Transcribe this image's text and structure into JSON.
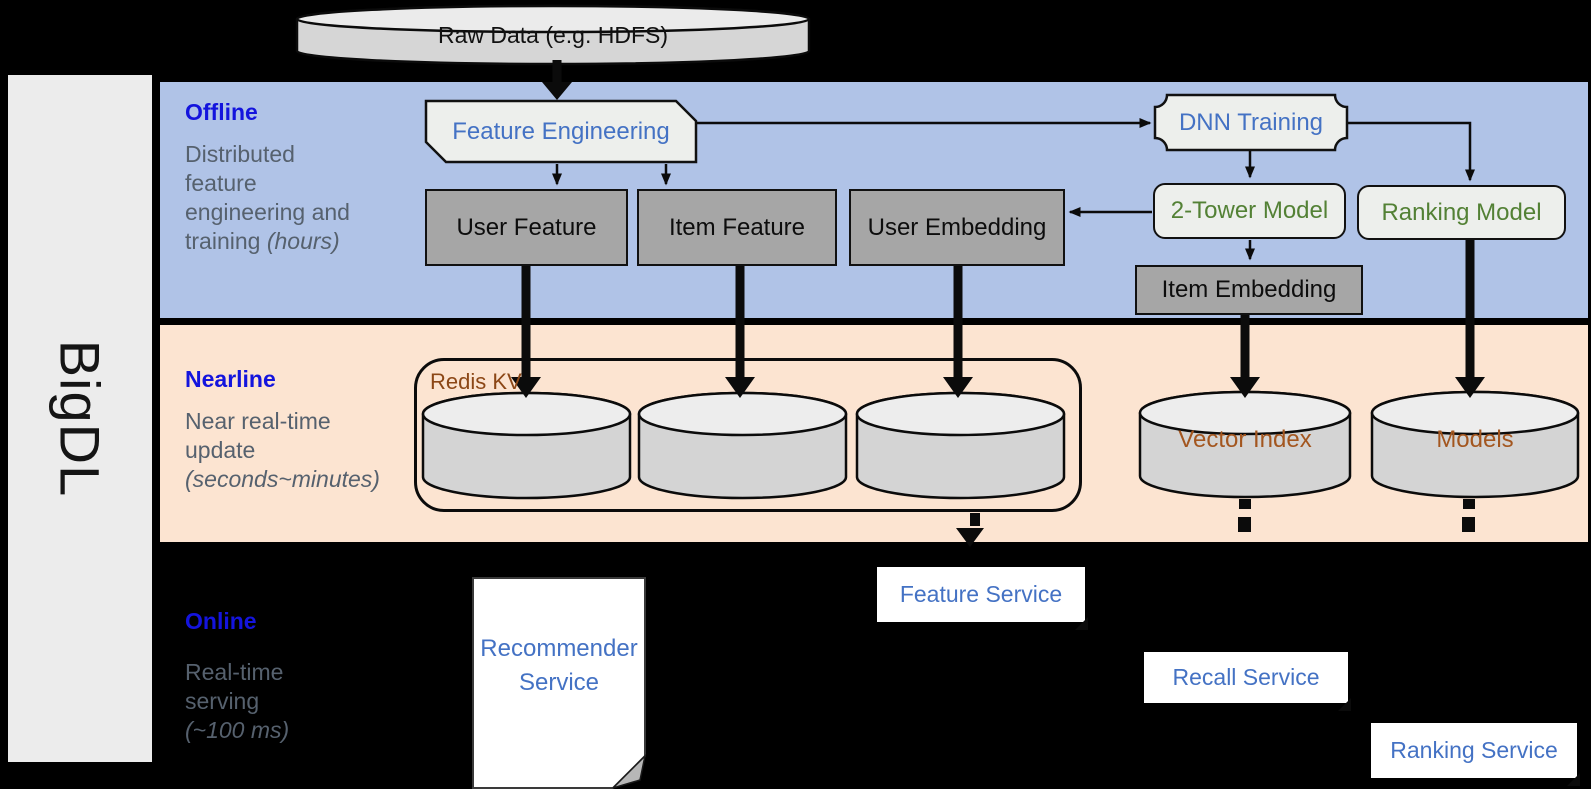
{
  "brand": {
    "logo": "BigDL"
  },
  "raw_data": {
    "label": "Raw Data (e.g. HDFS)"
  },
  "sections": {
    "offline": {
      "title": "Offline",
      "desc_lines": [
        "Distributed",
        "feature",
        "engineering and",
        "training"
      ],
      "desc_italic": "(hours)"
    },
    "nearline": {
      "title": "Nearline",
      "desc_lines": [
        "Near real-time",
        "update"
      ],
      "desc_italic": "(seconds~minutes)"
    },
    "online": {
      "title": "Online",
      "desc_lines": [
        "Real-time",
        "serving"
      ],
      "desc_italic": "(~100 ms)"
    }
  },
  "nodes": {
    "feature_engineering": {
      "label": "Feature Engineering"
    },
    "dnn_training": {
      "label": "DNN Training"
    },
    "user_feature": {
      "label": "User Feature"
    },
    "item_feature": {
      "label": "Item Feature"
    },
    "user_embedding": {
      "label": "User Embedding"
    },
    "two_tower_model": {
      "label": "2-Tower Model"
    },
    "ranking_model": {
      "label": "Ranking Model"
    },
    "item_embedding": {
      "label": "Item Embedding"
    },
    "redis_kv": {
      "label": "Redis KV"
    },
    "vector_index": {
      "label": "Vector Index"
    },
    "models": {
      "label": "Models"
    },
    "recommender_service": {
      "line1": "Recommender",
      "line2": "Service"
    },
    "feature_service": {
      "label": "Feature Service"
    },
    "recall_service": {
      "label": "Recall Service"
    },
    "ranking_service": {
      "label": "Ranking Service"
    }
  },
  "colors": {
    "canvas_bg": "#000000",
    "sidebar_bg": "#ececec",
    "offline_bg": "#b0c3e7",
    "nearline_bg": "#fce4d1",
    "section_label_blue": "#1414dd",
    "desc_gray": "#56616e",
    "node_text_blue": "#4472c4",
    "node_text_green": "#538135",
    "storage_text_brown": "#a3561f",
    "box_gray": "#a6a6a6",
    "box_light": "#edefec"
  }
}
